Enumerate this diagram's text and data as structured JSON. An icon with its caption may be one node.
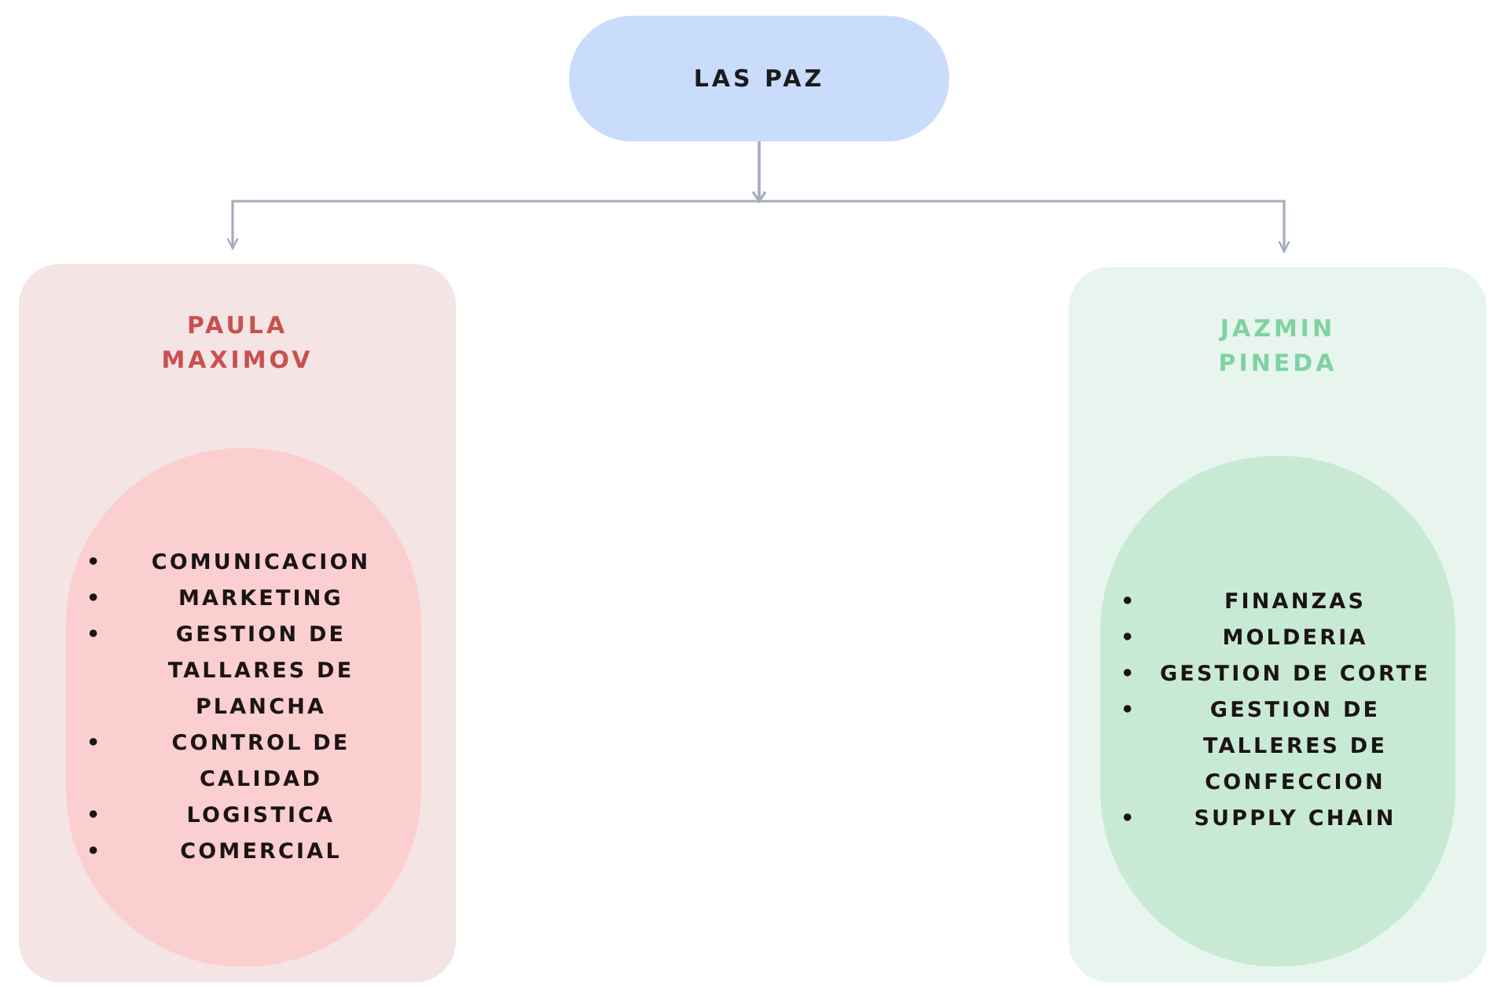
{
  "diagram": {
    "nodes": [
      {
        "text": [
          "LAS PAZ"
        ]
      },
      {
        "text": [
          "PAULA MAXIMOV"
        ]
      },
      {
        "text": [
          "• COMUNICACION",
          "• MARKETING",
          "• GESTION DE TALLARES DE PLANCHA",
          "• CONTROL DE CALIDAD",
          "• LOGISTICA",
          "• COMERCIAL"
        ],
        "in": 1
      },
      {
        "text": [
          "JAZMIN PINEDA"
        ]
      },
      {
        "text": [
          "• FINANZAS",
          "• MOLDERIA",
          "• GESTION DE CORTE",
          "• GESTION DE TALLERES DE CONFECCION",
          "• SUPPLY CHAIN"
        ],
        "in": 3
      }
    ],
    "edges": [
      {
        "from": 0,
        "to": 1,
        "arrow": "to"
      },
      {
        "from": 0,
        "to": 3,
        "arrow": "to"
      }
    ]
  }
}
